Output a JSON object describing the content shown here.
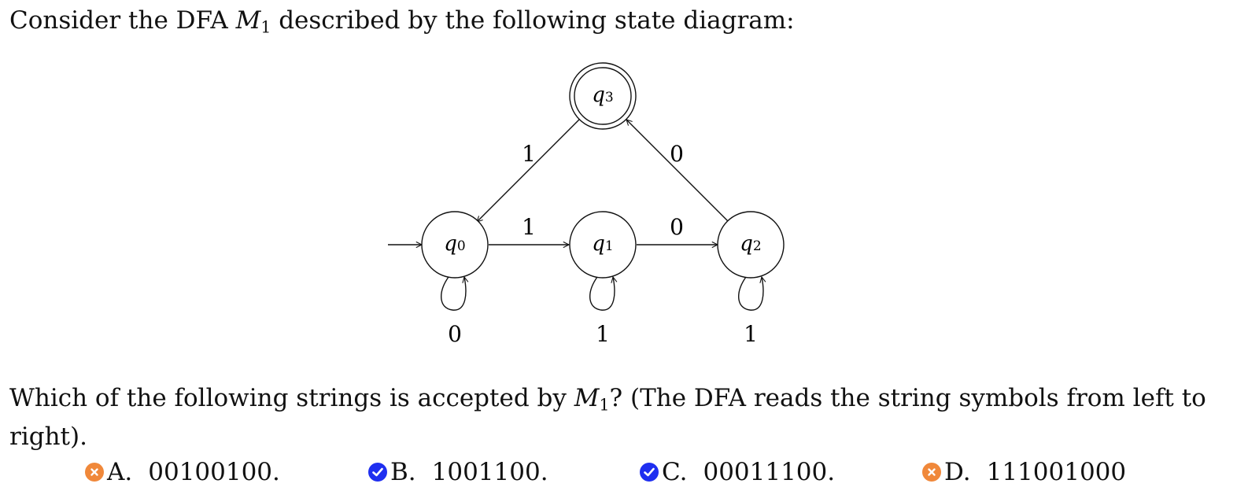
{
  "intro": {
    "before": "Consider the DFA ",
    "machine": "M",
    "machine_sub": "1",
    "after": " described by the following state diagram:"
  },
  "diagram": {
    "states": [
      {
        "id": "q0",
        "label": "q",
        "sub": "0",
        "start": true,
        "accepting": false
      },
      {
        "id": "q1",
        "label": "q",
        "sub": "1",
        "start": false,
        "accepting": false
      },
      {
        "id": "q2",
        "label": "q",
        "sub": "2",
        "start": false,
        "accepting": false
      },
      {
        "id": "q3",
        "label": "q",
        "sub": "3",
        "start": false,
        "accepting": true
      }
    ],
    "transitions": [
      {
        "from": "q0",
        "to": "q1",
        "symbol": "1"
      },
      {
        "from": "q1",
        "to": "q2",
        "symbol": "0"
      },
      {
        "from": "q2",
        "to": "q3",
        "symbol": "0"
      },
      {
        "from": "q3",
        "to": "q0",
        "symbol": "1"
      },
      {
        "from": "q0",
        "to": "q0",
        "symbol": "0"
      },
      {
        "from": "q1",
        "to": "q1",
        "symbol": "1"
      },
      {
        "from": "q2",
        "to": "q2",
        "symbol": "1"
      }
    ]
  },
  "question": {
    "before": "Which of the following strings is accepted by ",
    "machine": "M",
    "machine_sub": "1",
    "after": "? (The DFA reads the string symbols from left to right)."
  },
  "options": [
    {
      "letter": "A.",
      "text": "00100100.",
      "status": "incorrect",
      "icon": "x-circle-icon",
      "color": "#f0883a"
    },
    {
      "letter": "B.",
      "text": "1001100.",
      "status": "correct",
      "icon": "check-circle-icon",
      "color": "#1f2ff0"
    },
    {
      "letter": "C.",
      "text": "00011100.",
      "status": "correct",
      "icon": "check-circle-icon",
      "color": "#1f2ff0"
    },
    {
      "letter": "D.",
      "text": "111001000",
      "status": "incorrect",
      "icon": "x-circle-icon",
      "color": "#f0883a"
    }
  ]
}
